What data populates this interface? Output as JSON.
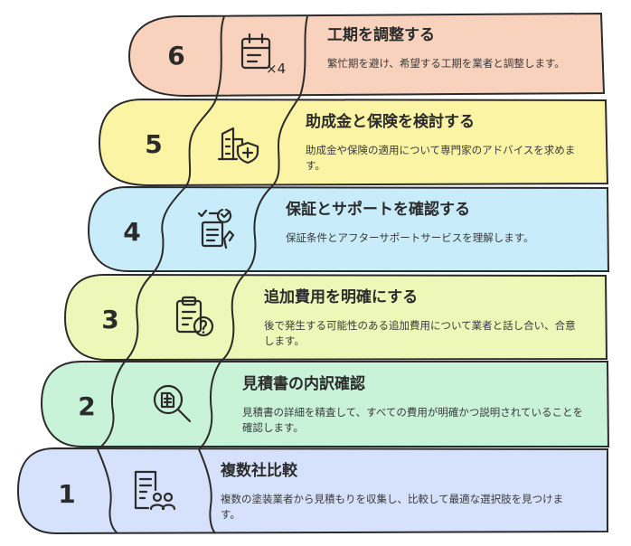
{
  "steps": [
    {
      "number": "6",
      "title": "工期を調整する",
      "desc": "繁忙期を避け、希望する工期を業者と調整します。",
      "icon": "calendar-x4-icon",
      "color": "#f9d2bd"
    },
    {
      "number": "5",
      "title": "助成金と保険を検討する",
      "desc": "助成金や保険の適用について専門家のアドバイスを求めます。",
      "icon": "building-shield-icon",
      "color": "#fbf4a4"
    },
    {
      "number": "4",
      "title": "保証とサポートを確認する",
      "desc": "保証条件とアフターサポートサービスを理解します。",
      "icon": "support-checklist-icon",
      "color": "#c8ecfa"
    },
    {
      "number": "3",
      "title": "追加費用を明確にする",
      "desc": "後で発生する可能性のある追加費用について業者と話し合い、合意します。",
      "icon": "clipboard-question-icon",
      "color": "#ecf7b8"
    },
    {
      "number": "2",
      "title": "見積書の内訳確認",
      "desc": "見積書の詳細を精査して、すべての費用が明確かつ説明されていることを確認します。",
      "icon": "magnify-document-icon",
      "color": "#c9f3d8"
    },
    {
      "number": "1",
      "title": "複数社比較",
      "desc": "複数の塗装業者から見積もりを収集し、比較して最適な選択肢を見つけます。",
      "icon": "document-people-icon",
      "color": "#d6e1fb"
    }
  ]
}
